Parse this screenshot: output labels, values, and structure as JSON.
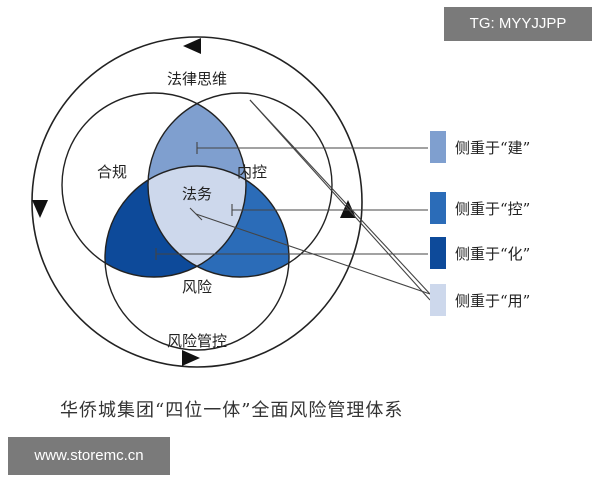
{
  "watermark_top": "TG: MYYJJPP",
  "watermark_bottom": "www.storemc.cn",
  "caption": "华侨城集团“四位一体”全面风险管理体系",
  "diagram": {
    "outer_top_label": "法律思维",
    "outer_bottom_label": "风险管控",
    "circle_left_label": "合规",
    "circle_right_label": "内控",
    "circle_bottom_label": "风险",
    "center_label": "法务"
  },
  "legend": [
    {
      "label": "侧重于“建”",
      "color": "#7f9fcf"
    },
    {
      "label": "侧重于“控”",
      "color": "#2b6cb8"
    },
    {
      "label": "侧重于“化”",
      "color": "#0d4a9a"
    },
    {
      "label": "侧重于“用”",
      "color": "#cdd8ec"
    }
  ]
}
